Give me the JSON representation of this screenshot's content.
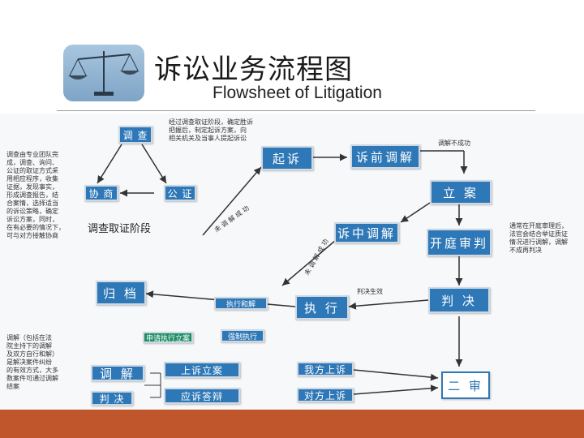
{
  "header": {
    "title_cn": "诉讼业务流程图",
    "title_en": "Flowsheet of Litigation"
  },
  "logo": {
    "icon": "scales-of-justice-icon",
    "bg_color": "#86a9c9"
  },
  "colors": {
    "box_blue": "#2e78b7",
    "box_green": "#1f8e66",
    "footer": "#c0562b"
  },
  "boxes": {
    "investigate": "调 查",
    "negotiate": "协 商",
    "notarize": "公 证",
    "sue": "起诉",
    "pre_mediation": "诉前调解",
    "file_case": "立 案",
    "in_mediation": "诉中调解",
    "trial": "开庭审判",
    "archive": "归 档",
    "enforce": "执 行",
    "judgment": "判 决",
    "apply_enforce": "执行和解",
    "apply_execution_file": "申请执行立案",
    "apply_execution": "强制执行",
    "mediation": "调 解",
    "verdict": "判 决",
    "appeal_file": "上诉立案",
    "appeal_reply": "应诉答辩",
    "our_appeal": "我方上诉",
    "their_appeal": "对方上诉",
    "second_instance": "二 审"
  },
  "labels": {
    "investigation_phase": "调查取证阶段",
    "mediation_failed": "调解不成功",
    "judgment_effective": "判决生效",
    "not_settled_1": "未 调 解 成 功",
    "not_settled_2": "未 调 解 成 功"
  },
  "notes": {
    "negotiate_note": "经过调查取证阶段，确定胜诉\n把握后，制定起诉方案，向\n相关机关及当事人提起诉讼",
    "left_note": "调查由专业团队完\n成，调查、询问、\n公证的取证方式采\n用相应程序，收集\n证据，发现事实，\n形成调查报告，结\n合案情，选择适当\n的诉讼策略，确定\n诉讼方案，同时，\n在有必要的情况下，\n可与对方接触协商",
    "trial_note": "通常在开庭审理后，\n法官会结合举证质证\n情况进行调解，调解\n不成再判决",
    "mediation_note": "调解（包括在法\n院主持下的调解\n及双方自行和解）\n是解决案件纠纷\n的有效方式，大多\n数案件可通过调解\n结案"
  }
}
